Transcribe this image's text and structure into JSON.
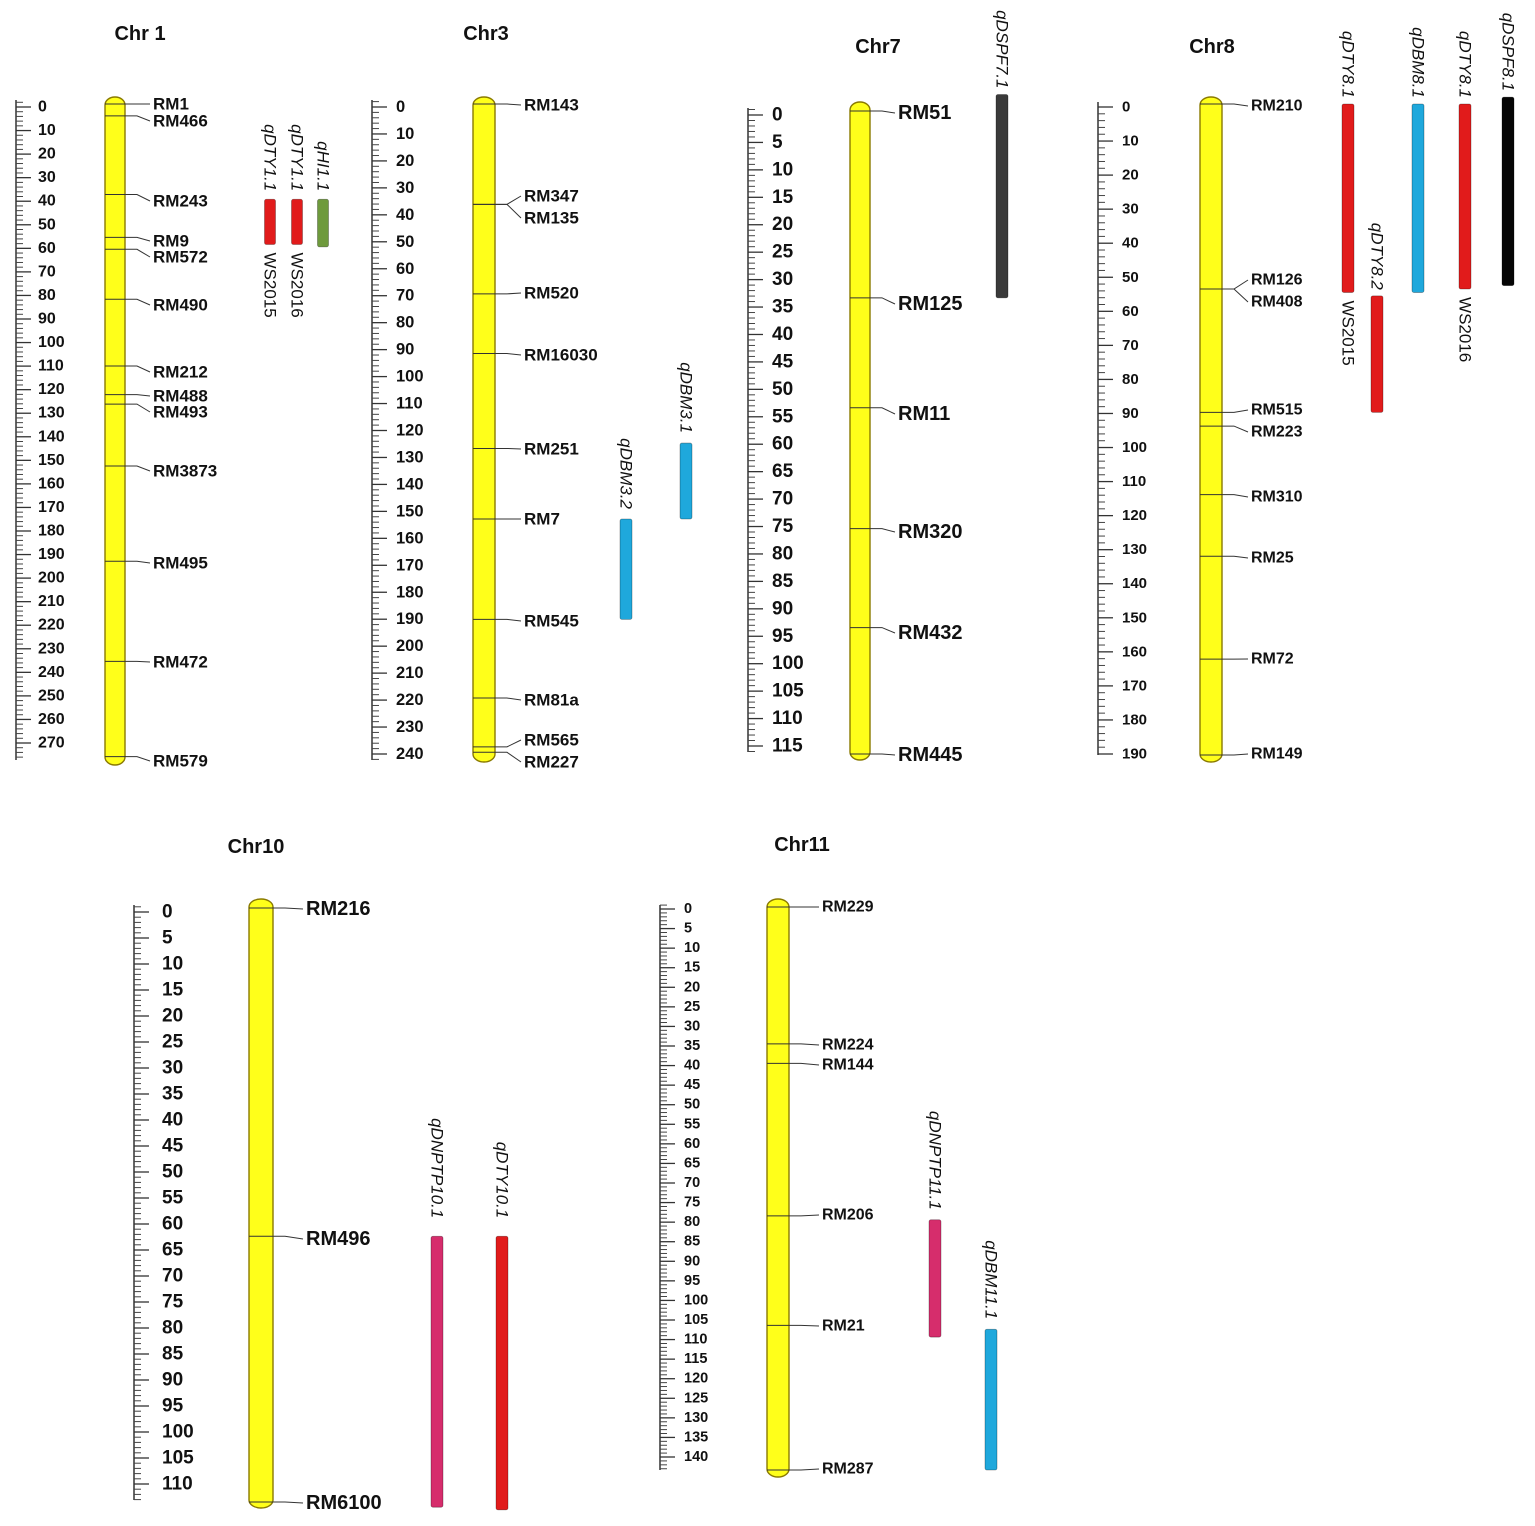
{
  "colors": {
    "chromosome_fill": "#FFFF1A",
    "chromosome_stroke": "#8A7A00",
    "red": "#E11B1B",
    "blue": "#1FA8DC",
    "green": "#6E9A3C",
    "dark_gray": "#3A3A3A",
    "black": "#050505",
    "magenta": "#D62D6C"
  },
  "chart_data": [
    {
      "type": "linkage-map",
      "title": "Chr 1",
      "ylim": [
        0,
        275
      ],
      "ticks": [
        "0",
        "10",
        "20",
        "30",
        "40",
        "50",
        "60",
        "70",
        "80",
        "90",
        "100",
        "110",
        "120",
        "130",
        "140",
        "150",
        "160",
        "170",
        "180",
        "190",
        "200",
        "210",
        "220",
        "230",
        "240",
        "250",
        "260",
        "270"
      ],
      "markers": [
        {
          "name": "RM1",
          "pos": 0
        },
        {
          "name": "RM466",
          "pos": 5
        },
        {
          "name": "RM243",
          "pos": 38
        },
        {
          "name": "RM9",
          "pos": 56
        },
        {
          "name": "RM572",
          "pos": 61
        },
        {
          "name": "RM490",
          "pos": 82
        },
        {
          "name": "RM212",
          "pos": 110
        },
        {
          "name": "RM488",
          "pos": 122
        },
        {
          "name": "RM493",
          "pos": 126
        },
        {
          "name": "RM3873",
          "pos": 152
        },
        {
          "name": "RM495",
          "pos": 192
        },
        {
          "name": "RM472",
          "pos": 234
        },
        {
          "name": "RM579",
          "pos": 274
        }
      ],
      "qtls": [
        {
          "name": "qDTY1.1",
          "note": "WS2015",
          "start": 40,
          "end": 59,
          "color": "red"
        },
        {
          "name": "qDTY1.1",
          "note": "WS2016",
          "start": 40,
          "end": 59,
          "color": "red"
        },
        {
          "name": "qHI1.1",
          "note": "",
          "start": 40,
          "end": 60,
          "color": "green"
        }
      ]
    },
    {
      "type": "linkage-map",
      "title": "Chr3",
      "ylim": [
        0,
        240
      ],
      "ticks": [
        "0",
        "10",
        "20",
        "30",
        "40",
        "50",
        "60",
        "70",
        "80",
        "90",
        "100",
        "110",
        "120",
        "130",
        "140",
        "150",
        "160",
        "170",
        "180",
        "190",
        "200",
        "210",
        "220",
        "230",
        "240"
      ],
      "markers": [
        {
          "name": "RM143",
          "pos": 0
        },
        {
          "name": "RM347",
          "pos": 37
        },
        {
          "name": "RM135",
          "pos": 37
        },
        {
          "name": "RM520",
          "pos": 70
        },
        {
          "name": "RM16030",
          "pos": 92
        },
        {
          "name": "RM251",
          "pos": 127
        },
        {
          "name": "RM7",
          "pos": 153
        },
        {
          "name": "RM545",
          "pos": 190
        },
        {
          "name": "RM81a",
          "pos": 219
        },
        {
          "name": "RM565",
          "pos": 237
        },
        {
          "name": "RM227",
          "pos": 239
        }
      ],
      "qtls": [
        {
          "name": "qDBM3.2",
          "note": "",
          "start": 153,
          "end": 190,
          "color": "blue"
        },
        {
          "name": "qDBM3.1",
          "note": "",
          "start": 125,
          "end": 153,
          "color": "blue"
        }
      ]
    },
    {
      "type": "linkage-map",
      "title": "Chr7",
      "ylim": [
        0,
        117
      ],
      "ticks": [
        "0",
        "5",
        "10",
        "15",
        "20",
        "25",
        "30",
        "35",
        "40",
        "45",
        "50",
        "55",
        "60",
        "65",
        "70",
        "75",
        "80",
        "85",
        "90",
        "95",
        "100",
        "105",
        "110",
        "115"
      ],
      "markers": [
        {
          "name": "RM51",
          "pos": 0
        },
        {
          "name": "RM125",
          "pos": 34
        },
        {
          "name": "RM11",
          "pos": 54
        },
        {
          "name": "RM320",
          "pos": 76
        },
        {
          "name": "RM432",
          "pos": 94
        },
        {
          "name": "RM445",
          "pos": 117
        }
      ],
      "qtls": [
        {
          "name": "qDSPF7.1",
          "note": "",
          "start": -3,
          "end": 34,
          "color": "dark_gray"
        }
      ]
    },
    {
      "type": "linkage-map",
      "title": "Chr8",
      "ylim": [
        0,
        190
      ],
      "ticks": [
        "0",
        "10",
        "20",
        "30",
        "40",
        "50",
        "60",
        "70",
        "80",
        "90",
        "100",
        "110",
        "120",
        "130",
        "140",
        "150",
        "160",
        "170",
        "180",
        "190"
      ],
      "markers": [
        {
          "name": "RM210",
          "pos": 0
        },
        {
          "name": "RM126",
          "pos": 54
        },
        {
          "name": "RM408",
          "pos": 54
        },
        {
          "name": "RM515",
          "pos": 90
        },
        {
          "name": "RM223",
          "pos": 94
        },
        {
          "name": "RM310",
          "pos": 114
        },
        {
          "name": "RM25",
          "pos": 132
        },
        {
          "name": "RM72",
          "pos": 162
        },
        {
          "name": "RM149",
          "pos": 190
        }
      ],
      "qtls": [
        {
          "name": "qDTY8.1",
          "note": "WS2015",
          "start": 0,
          "end": 55,
          "color": "red"
        },
        {
          "name": "qDTY8.2",
          "note": "",
          "start": 56,
          "end": 90,
          "color": "red"
        },
        {
          "name": "qDBM8.1",
          "note": "",
          "start": 0,
          "end": 55,
          "color": "blue"
        },
        {
          "name": "qDTY8.1",
          "note": "WS2016",
          "start": 0,
          "end": 54,
          "color": "red"
        },
        {
          "name": "qDSPF8.1",
          "note": "",
          "start": -2,
          "end": 53,
          "color": "black"
        }
      ]
    },
    {
      "type": "linkage-map",
      "title": "Chr10",
      "ylim": [
        0,
        114
      ],
      "ticks": [
        "0",
        "5",
        "10",
        "15",
        "20",
        "25",
        "30",
        "35",
        "40",
        "45",
        "50",
        "55",
        "60",
        "65",
        "70",
        "75",
        "80",
        "85",
        "90",
        "95",
        "100",
        "105",
        "110"
      ],
      "markers": [
        {
          "name": "RM216",
          "pos": 0
        },
        {
          "name": "RM496",
          "pos": 63
        },
        {
          "name": "RM6100",
          "pos": 114
        }
      ],
      "qtls": [
        {
          "name": "qDNPTP10.1",
          "note": "",
          "start": 63,
          "end": 115,
          "color": "magenta"
        },
        {
          "name": "qDTY10.1",
          "note": "",
          "start": 63,
          "end": 115.5,
          "color": "red"
        }
      ]
    },
    {
      "type": "linkage-map",
      "title": "Chr11",
      "ylim": [
        0,
        144
      ],
      "ticks": [
        "0",
        "5",
        "10",
        "15",
        "20",
        "25",
        "30",
        "35",
        "40",
        "45",
        "50",
        "55",
        "60",
        "65",
        "70",
        "75",
        "80",
        "85",
        "90",
        "95",
        "100",
        "105",
        "110",
        "115",
        "120",
        "125",
        "130",
        "135",
        "140"
      ],
      "markers": [
        {
          "name": "RM229",
          "pos": 0
        },
        {
          "name": "RM224",
          "pos": 35
        },
        {
          "name": "RM144",
          "pos": 40
        },
        {
          "name": "RM206",
          "pos": 79
        },
        {
          "name": "RM21",
          "pos": 107
        },
        {
          "name": "RM287",
          "pos": 144
        }
      ],
      "qtls": [
        {
          "name": "qDNPTP11.1",
          "note": "",
          "start": 80,
          "end": 110,
          "color": "magenta"
        },
        {
          "name": "qDBM11.1",
          "note": "",
          "start": 108,
          "end": 144,
          "color": "blue"
        }
      ]
    }
  ]
}
